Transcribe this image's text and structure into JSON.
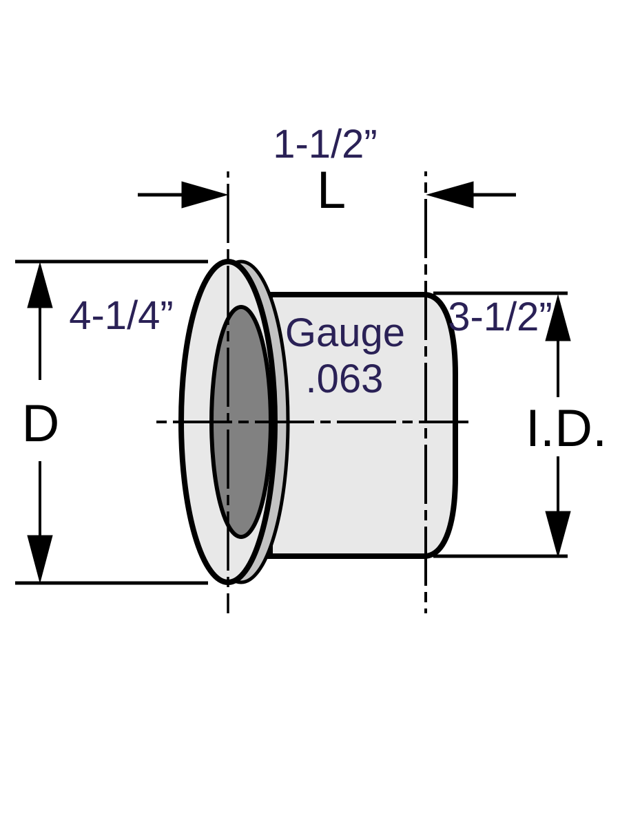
{
  "diagram": {
    "length_dim": {
      "value": "1-1/2”",
      "label": "L"
    },
    "outer_diameter_dim": {
      "value": "4-1/4”",
      "label": "D"
    },
    "inner_diameter_dim": {
      "value": "3-1/2”",
      "label": "I.D."
    },
    "gauge_note": {
      "word": "Gauge",
      "value": ".063"
    },
    "colors": {
      "dimension_text": "#2a2156",
      "label_text": "#000000",
      "part_fill": "#e8e8e8",
      "rim_fill": "#c3c3c3",
      "bore_fill": "#818181",
      "line": "#000000",
      "background": "#ffffff"
    }
  }
}
